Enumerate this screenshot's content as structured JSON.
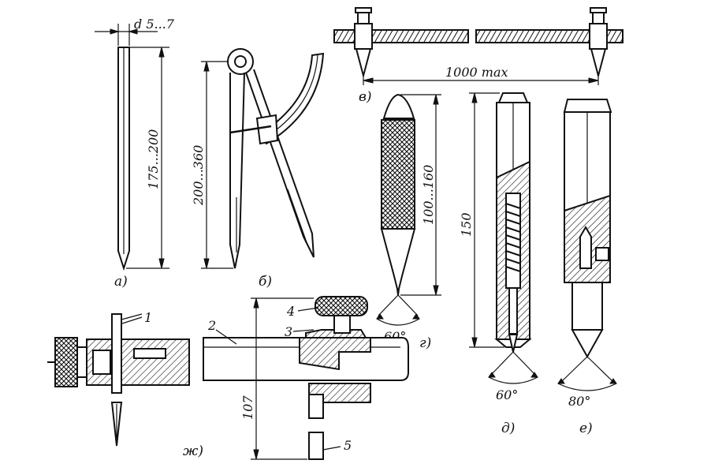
{
  "labels": {
    "a": "а)",
    "b": "б)",
    "v": "в)",
    "g": "г)",
    "d": "д)",
    "e": "е)",
    "zh": "ж)"
  },
  "dimensions": {
    "scriber_tip": "d 5...7",
    "scriber_length": "175...200",
    "compass_length": "200...360",
    "trammel_length": "1000 max",
    "punch_length": "100...160",
    "punch_angle": "60°",
    "auto_punch_length": "150",
    "auto_punch_angle": "60°",
    "center_punch_angle": "80°",
    "scribing_block_height": "107"
  },
  "parts": {
    "p1": "1",
    "p2": "2",
    "p3": "3",
    "p4": "4",
    "p5": "5"
  }
}
